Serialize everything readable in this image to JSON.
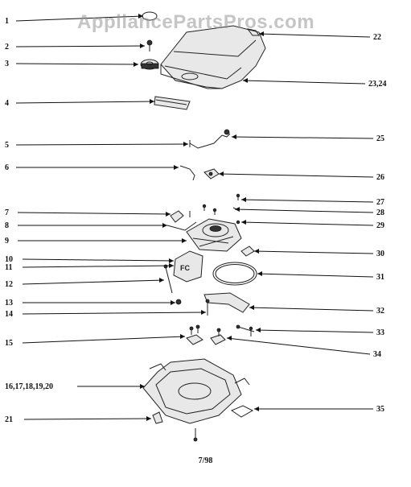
{
  "watermark": "AppliancePartsPros.com",
  "footer": "7/98",
  "callouts_left": [
    "1",
    "2",
    "3",
    "4",
    "5",
    "6",
    "7",
    "8",
    "9",
    "10",
    "11",
    "12",
    "13",
    "14",
    "15",
    "16,17,18,19,20",
    "21"
  ],
  "callouts_right": [
    "22",
    "23,24",
    "25",
    "26",
    "27",
    "28",
    "29",
    "30",
    "31",
    "32",
    "33",
    "34",
    "35"
  ]
}
